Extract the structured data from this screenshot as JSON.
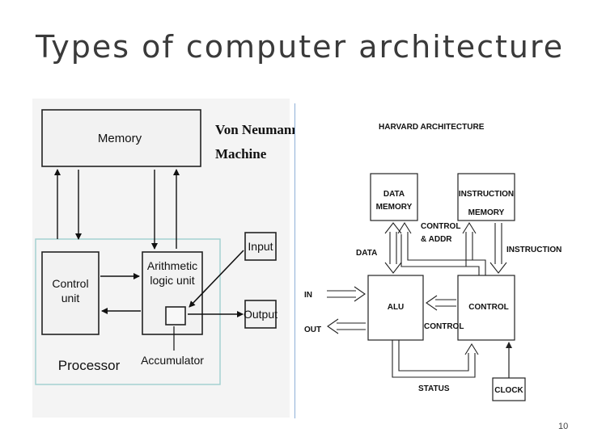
{
  "slide": {
    "title": "Types of computer architecture",
    "page_number": "10"
  },
  "von_neumann": {
    "heading_line1": "Von Neumann",
    "heading_line2": "Machine",
    "memory": "Memory",
    "control_unit_line1": "Control",
    "control_unit_line2": "unit",
    "alu_line1": "Arithmetic",
    "alu_line2": "logic unit",
    "input": "Input",
    "output": "Output",
    "processor": "Processor",
    "accumulator": "Accumulator"
  },
  "harvard": {
    "heading": "HARVARD ARCHITECTURE",
    "data_memory_line1": "DATA",
    "data_memory_line2": "MEMORY",
    "instruction_memory_line1": "INSTRUCTION",
    "instruction_memory_line2": "MEMORY",
    "control_addr_line1": "CONTROL",
    "control_addr_line2": "& ADDR",
    "data": "DATA",
    "instruction": "INSTRUCTION",
    "in": "IN",
    "out": "OUT",
    "alu": "ALU",
    "control": "CONTROL",
    "control_signal": "CONTROL",
    "status": "STATUS",
    "clock": "CLOCK"
  }
}
